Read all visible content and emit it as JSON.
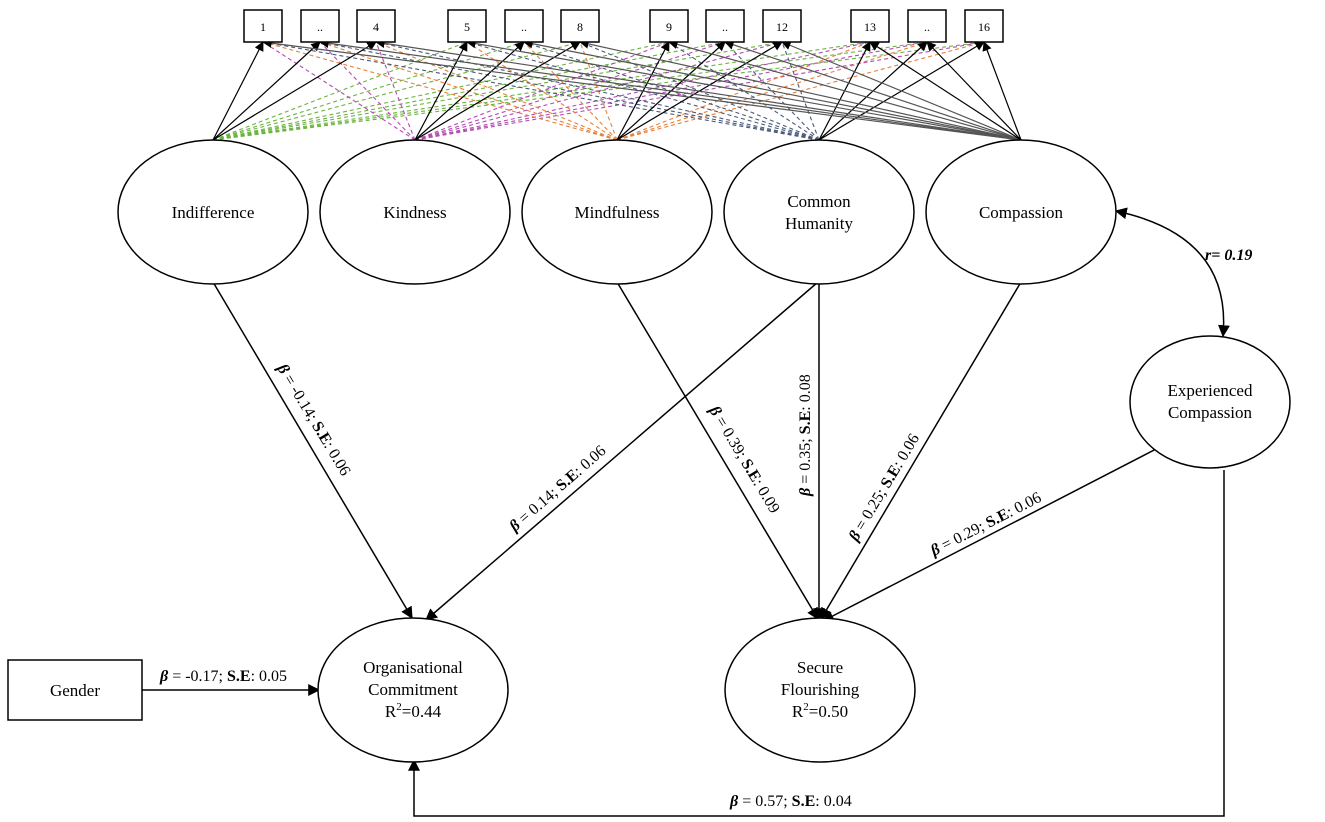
{
  "indicators": [
    "1",
    "..",
    "4",
    "5",
    "..",
    "8",
    "9",
    "..",
    "12",
    "13",
    "..",
    "16"
  ],
  "factors": {
    "indifference": "Indifference",
    "kindness": "Kindness",
    "mindfulness": "Mindfulness",
    "common_humanity": [
      "Common",
      "Humanity"
    ],
    "compassion": "Compassion"
  },
  "experienced_compassion": [
    "Experienced",
    "Compassion"
  ],
  "outcomes": {
    "organisational_commitment": {
      "lines": [
        "Organisational",
        "Commitment"
      ],
      "r2_prefix": "R",
      "r2_sup": "2",
      "r2_value": "=0.44"
    },
    "secure_flourishing": {
      "lines": [
        "Secure",
        "Flourishing"
      ],
      "r2_prefix": "R",
      "r2_sup": "2",
      "r2_value": "=0.50"
    }
  },
  "gender": "Gender",
  "correlation": {
    "label": "r= 0.19"
  },
  "paths": {
    "beta_symbol": "β",
    "se_label": "S.E",
    "indifference_oc": {
      "eq": " = -0.14; ",
      "se": ": 0.06"
    },
    "commonhumanity_oc": {
      "eq": " = 0.14; ",
      "se": ": 0.06"
    },
    "mindfulness_sf": {
      "eq": " = 0.39; ",
      "se": ": 0.09"
    },
    "commonhumanity_sf": {
      "eq": " = 0.35; ",
      "se": ": 0.08"
    },
    "compassion_sf": {
      "eq": " = 0.25; ",
      "se": ": 0.06"
    },
    "experienced_sf": {
      "eq": " = 0.29; ",
      "se": ": 0.06"
    },
    "gender_oc": {
      "eq": " = -0.17; ",
      "se": ": 0.05"
    },
    "experienced_oc": {
      "eq": " = 0.57; ",
      "se": ": 0.04"
    }
  },
  "colors": {
    "indifference_cross": "#6cb33f",
    "kindness_cross": "#b44bb4",
    "mindfulness_cross": "#e8803a",
    "common_humanity_cross": "#4a5a78",
    "compassion_cross": "#555555"
  }
}
